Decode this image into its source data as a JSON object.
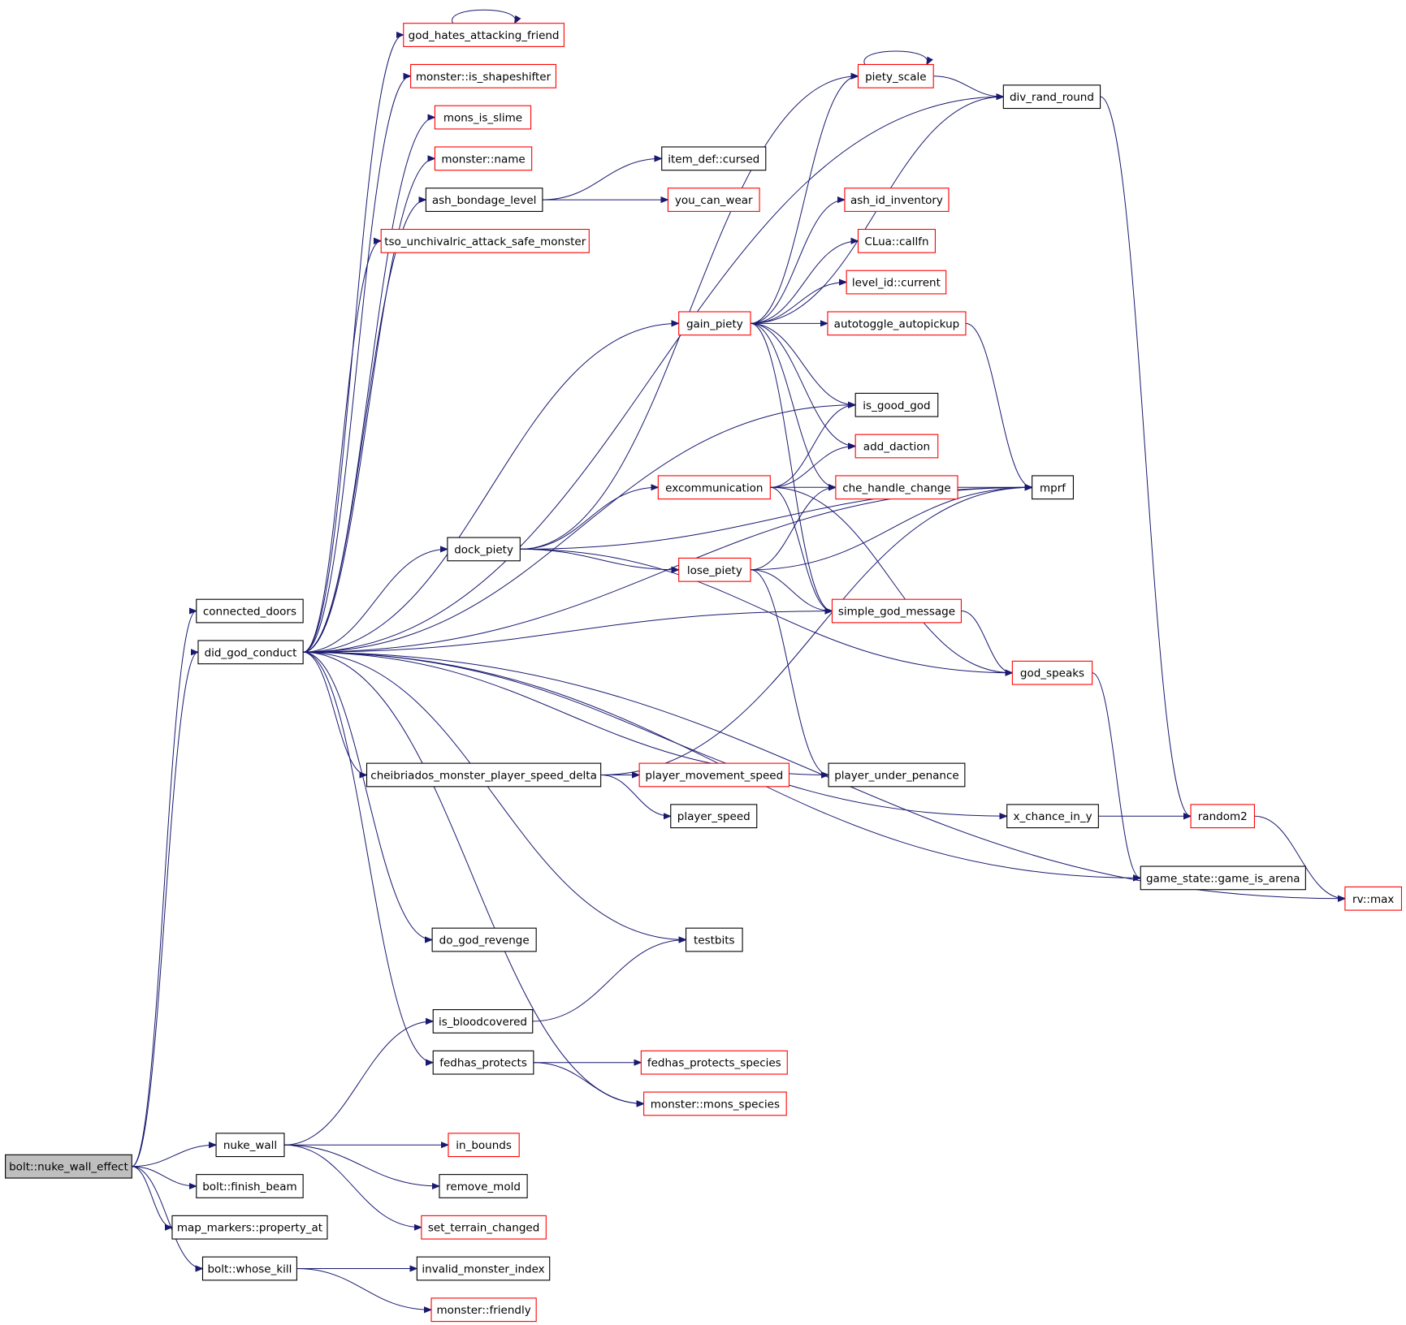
{
  "diagram": {
    "type": "call-graph",
    "root": "bolt::nuke_wall_effect",
    "colors": {
      "edge": "#191970",
      "black_border": "#000000",
      "red_border": "#ff0000",
      "root_fill": "#bfbfbf"
    },
    "nodes": [
      {
        "id": "root",
        "label": "bolt::nuke_wall_effect",
        "style": "root"
      },
      {
        "id": "connected_doors",
        "label": "connected_doors",
        "style": "black"
      },
      {
        "id": "did_god_conduct",
        "label": "did_god_conduct",
        "style": "black"
      },
      {
        "id": "nuke_wall",
        "label": "nuke_wall",
        "style": "black"
      },
      {
        "id": "finish_beam",
        "label": "bolt::finish_beam",
        "style": "black"
      },
      {
        "id": "property_at",
        "label": "map_markers::property_at",
        "style": "black"
      },
      {
        "id": "whose_kill",
        "label": "bolt::whose_kill",
        "style": "black"
      },
      {
        "id": "god_hates_attacking_friend",
        "label": "god_hates_attacking_friend",
        "style": "red"
      },
      {
        "id": "is_shapeshifter",
        "label": "monster::is_shapeshifter",
        "style": "red"
      },
      {
        "id": "mons_is_slime",
        "label": "mons_is_slime",
        "style": "red"
      },
      {
        "id": "monster_name",
        "label": "monster::name",
        "style": "red"
      },
      {
        "id": "ash_bondage_level",
        "label": "ash_bondage_level",
        "style": "black"
      },
      {
        "id": "tso_unchivalric",
        "label": "tso_unchivalric_attack_safe_monster",
        "style": "red"
      },
      {
        "id": "item_def_cursed",
        "label": "item_def::cursed",
        "style": "black"
      },
      {
        "id": "you_can_wear",
        "label": "you_can_wear",
        "style": "red"
      },
      {
        "id": "gain_piety",
        "label": "gain_piety",
        "style": "red"
      },
      {
        "id": "dock_piety",
        "label": "dock_piety",
        "style": "black"
      },
      {
        "id": "excommunication",
        "label": "excommunication",
        "style": "red"
      },
      {
        "id": "lose_piety",
        "label": "lose_piety",
        "style": "red"
      },
      {
        "id": "piety_scale",
        "label": "piety_scale",
        "style": "red"
      },
      {
        "id": "div_rand_round",
        "label": "div_rand_round",
        "style": "black"
      },
      {
        "id": "ash_id_inventory",
        "label": "ash_id_inventory",
        "style": "red"
      },
      {
        "id": "clua_callfn",
        "label": "CLua::callfn",
        "style": "red"
      },
      {
        "id": "level_id_current",
        "label": "level_id::current",
        "style": "red"
      },
      {
        "id": "autotoggle",
        "label": "autotoggle_autopickup",
        "style": "red"
      },
      {
        "id": "is_good_god",
        "label": "is_good_god",
        "style": "black"
      },
      {
        "id": "add_daction",
        "label": "add_daction",
        "style": "red"
      },
      {
        "id": "che_handle_change",
        "label": "che_handle_change",
        "style": "red"
      },
      {
        "id": "mprf",
        "label": "mprf",
        "style": "black"
      },
      {
        "id": "simple_god_message",
        "label": "simple_god_message",
        "style": "red"
      },
      {
        "id": "god_speaks",
        "label": "god_speaks",
        "style": "red"
      },
      {
        "id": "cheibriados_delta",
        "label": "cheibriados_monster_player_speed_delta",
        "style": "black"
      },
      {
        "id": "player_movement_speed",
        "label": "player_movement_speed",
        "style": "red"
      },
      {
        "id": "player_speed",
        "label": "player_speed",
        "style": "black"
      },
      {
        "id": "player_under_penance",
        "label": "player_under_penance",
        "style": "black"
      },
      {
        "id": "x_chance_in_y",
        "label": "x_chance_in_y",
        "style": "black"
      },
      {
        "id": "random2",
        "label": "random2",
        "style": "red"
      },
      {
        "id": "game_is_arena",
        "label": "game_state::game_is_arena",
        "style": "black"
      },
      {
        "id": "rv_max",
        "label": "rv::max",
        "style": "red"
      },
      {
        "id": "do_god_revenge",
        "label": "do_god_revenge",
        "style": "black"
      },
      {
        "id": "testbits",
        "label": "testbits",
        "style": "black"
      },
      {
        "id": "is_bloodcovered",
        "label": "is_bloodcovered",
        "style": "black"
      },
      {
        "id": "fedhas_protects",
        "label": "fedhas_protects",
        "style": "black"
      },
      {
        "id": "fedhas_protects_species",
        "label": "fedhas_protects_species",
        "style": "red"
      },
      {
        "id": "mons_species",
        "label": "monster::mons_species",
        "style": "red"
      },
      {
        "id": "in_bounds",
        "label": "in_bounds",
        "style": "red"
      },
      {
        "id": "remove_mold",
        "label": "remove_mold",
        "style": "black"
      },
      {
        "id": "set_terrain_changed",
        "label": "set_terrain_changed",
        "style": "red"
      },
      {
        "id": "invalid_monster_index",
        "label": "invalid_monster_index",
        "style": "black"
      },
      {
        "id": "monster_friendly",
        "label": "monster::friendly",
        "style": "red"
      }
    ],
    "edges": [
      [
        "root",
        "connected_doors"
      ],
      [
        "root",
        "did_god_conduct"
      ],
      [
        "root",
        "nuke_wall"
      ],
      [
        "root",
        "finish_beam"
      ],
      [
        "root",
        "property_at"
      ],
      [
        "root",
        "whose_kill"
      ],
      [
        "did_god_conduct",
        "god_hates_attacking_friend"
      ],
      [
        "did_god_conduct",
        "is_shapeshifter"
      ],
      [
        "did_god_conduct",
        "mons_is_slime"
      ],
      [
        "did_god_conduct",
        "monster_name"
      ],
      [
        "did_god_conduct",
        "ash_bondage_level"
      ],
      [
        "did_god_conduct",
        "tso_unchivalric"
      ],
      [
        "did_god_conduct",
        "div_rand_round"
      ],
      [
        "did_god_conduct",
        "gain_piety"
      ],
      [
        "did_god_conduct",
        "mprf"
      ],
      [
        "did_god_conduct",
        "is_good_god"
      ],
      [
        "did_god_conduct",
        "dock_piety"
      ],
      [
        "did_god_conduct",
        "simple_god_message"
      ],
      [
        "did_god_conduct",
        "x_chance_in_y"
      ],
      [
        "did_god_conduct",
        "cheibriados_delta"
      ],
      [
        "did_god_conduct",
        "player_under_penance"
      ],
      [
        "did_god_conduct",
        "game_is_arena"
      ],
      [
        "did_god_conduct",
        "testbits"
      ],
      [
        "did_god_conduct",
        "do_god_revenge"
      ],
      [
        "did_god_conduct",
        "rv_max"
      ],
      [
        "did_god_conduct",
        "fedhas_protects"
      ],
      [
        "did_god_conduct",
        "mons_species"
      ],
      [
        "god_hates_attacking_friend",
        "god_hates_attacking_friend"
      ],
      [
        "ash_bondage_level",
        "item_def_cursed"
      ],
      [
        "ash_bondage_level",
        "you_can_wear"
      ],
      [
        "gain_piety",
        "piety_scale"
      ],
      [
        "gain_piety",
        "div_rand_round"
      ],
      [
        "gain_piety",
        "ash_id_inventory"
      ],
      [
        "gain_piety",
        "clua_callfn"
      ],
      [
        "gain_piety",
        "level_id_current"
      ],
      [
        "gain_piety",
        "autotoggle"
      ],
      [
        "gain_piety",
        "is_good_god"
      ],
      [
        "gain_piety",
        "add_daction"
      ],
      [
        "gain_piety",
        "che_handle_change"
      ],
      [
        "gain_piety",
        "simple_god_message"
      ],
      [
        "piety_scale",
        "piety_scale"
      ],
      [
        "piety_scale",
        "div_rand_round"
      ],
      [
        "div_rand_round",
        "random2"
      ],
      [
        "autotoggle",
        "mprf"
      ],
      [
        "dock_piety",
        "piety_scale"
      ],
      [
        "dock_piety",
        "excommunication"
      ],
      [
        "dock_piety",
        "mprf"
      ],
      [
        "dock_piety",
        "lose_piety"
      ],
      [
        "dock_piety",
        "god_speaks"
      ],
      [
        "excommunication",
        "is_good_god"
      ],
      [
        "excommunication",
        "add_daction"
      ],
      [
        "excommunication",
        "che_handle_change"
      ],
      [
        "excommunication",
        "simple_god_message"
      ],
      [
        "excommunication",
        "god_speaks"
      ],
      [
        "che_handle_change",
        "mprf"
      ],
      [
        "lose_piety",
        "che_handle_change"
      ],
      [
        "lose_piety",
        "simple_god_message"
      ],
      [
        "lose_piety",
        "mprf"
      ],
      [
        "lose_piety",
        "player_under_penance"
      ],
      [
        "simple_god_message",
        "god_speaks"
      ],
      [
        "god_speaks",
        "game_is_arena"
      ],
      [
        "cheibriados_delta",
        "mprf"
      ],
      [
        "cheibriados_delta",
        "player_movement_speed"
      ],
      [
        "cheibriados_delta",
        "player_speed"
      ],
      [
        "x_chance_in_y",
        "random2"
      ],
      [
        "random2",
        "rv_max"
      ],
      [
        "is_bloodcovered",
        "testbits"
      ],
      [
        "fedhas_protects",
        "fedhas_protects_species"
      ],
      [
        "fedhas_protects",
        "mons_species"
      ],
      [
        "nuke_wall",
        "is_bloodcovered"
      ],
      [
        "nuke_wall",
        "in_bounds"
      ],
      [
        "nuke_wall",
        "remove_mold"
      ],
      [
        "nuke_wall",
        "set_terrain_changed"
      ],
      [
        "whose_kill",
        "invalid_monster_index"
      ],
      [
        "whose_kill",
        "monster_friendly"
      ]
    ]
  }
}
